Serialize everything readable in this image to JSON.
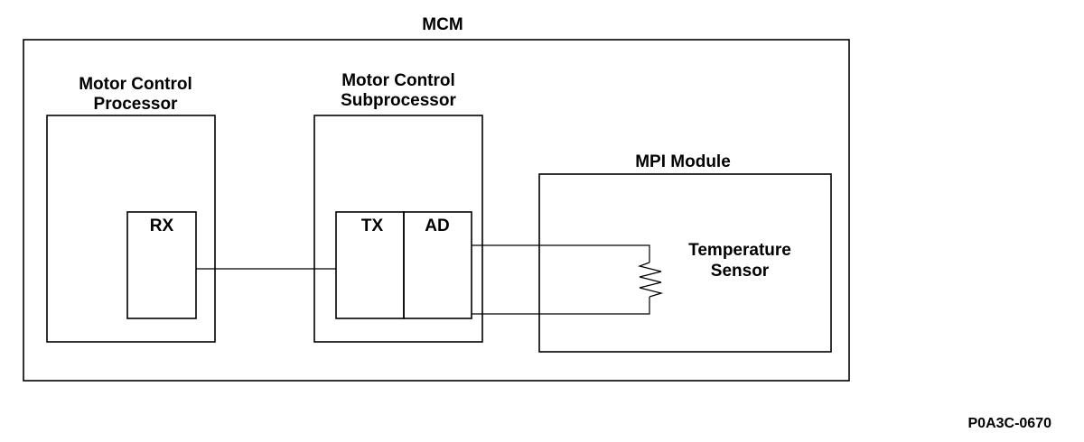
{
  "mcm": {
    "label": "MCM"
  },
  "motor_control_processor": {
    "label_line1": "Motor Control",
    "label_line2": "Processor",
    "port": "RX"
  },
  "motor_control_subprocessor": {
    "label_line1": "Motor Control",
    "label_line2": "Subprocessor",
    "port_tx": "TX",
    "port_ad": "AD"
  },
  "mpi_module": {
    "label": "MPI Module",
    "sensor_line1": "Temperature",
    "sensor_line2": "Sensor"
  },
  "figure_id": "P0A3C-0670",
  "colors": {
    "line": "#000000",
    "background": "#ffffff"
  }
}
